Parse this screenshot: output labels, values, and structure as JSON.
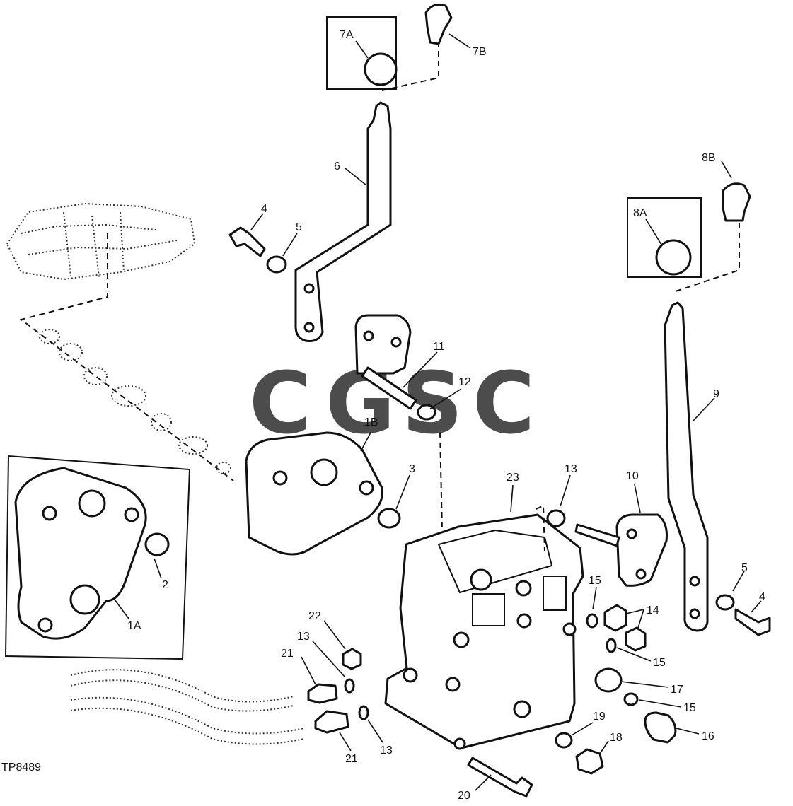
{
  "figure_id": "TP8489",
  "watermark": {
    "letters": [
      "C",
      "G",
      "S",
      "C"
    ],
    "colors": [
      "#7aa7f0",
      "#ee8b80",
      "#f6d874",
      "#7cc4a3"
    ]
  },
  "callouts": [
    {
      "id": "c-7a",
      "text": "7A"
    },
    {
      "id": "c-7b",
      "text": "7B"
    },
    {
      "id": "c-6",
      "text": "6"
    },
    {
      "id": "c-4a",
      "text": "4"
    },
    {
      "id": "c-5a",
      "text": "5"
    },
    {
      "id": "c-8b",
      "text": "8B"
    },
    {
      "id": "c-8a",
      "text": "8A"
    },
    {
      "id": "c-9",
      "text": "9"
    },
    {
      "id": "c-11",
      "text": "11"
    },
    {
      "id": "c-12",
      "text": "12"
    },
    {
      "id": "c-1b",
      "text": "1B"
    },
    {
      "id": "c-3",
      "text": "3"
    },
    {
      "id": "c-23",
      "text": "23"
    },
    {
      "id": "c-13a",
      "text": "13"
    },
    {
      "id": "c-10",
      "text": "10"
    },
    {
      "id": "c-2",
      "text": "2"
    },
    {
      "id": "c-1a",
      "text": "1A"
    },
    {
      "id": "c-5b",
      "text": "5"
    },
    {
      "id": "c-4b",
      "text": "4"
    },
    {
      "id": "c-15a",
      "text": "15"
    },
    {
      "id": "c-14",
      "text": "14"
    },
    {
      "id": "c-15b",
      "text": "15"
    },
    {
      "id": "c-22",
      "text": "22"
    },
    {
      "id": "c-13b",
      "text": "13"
    },
    {
      "id": "c-21a",
      "text": "21"
    },
    {
      "id": "c-17",
      "text": "17"
    },
    {
      "id": "c-15c",
      "text": "15"
    },
    {
      "id": "c-19",
      "text": "19"
    },
    {
      "id": "c-16",
      "text": "16"
    },
    {
      "id": "c-18",
      "text": "18"
    },
    {
      "id": "c-21b",
      "text": "21"
    },
    {
      "id": "c-13c",
      "text": "13"
    },
    {
      "id": "c-20",
      "text": "20"
    }
  ]
}
